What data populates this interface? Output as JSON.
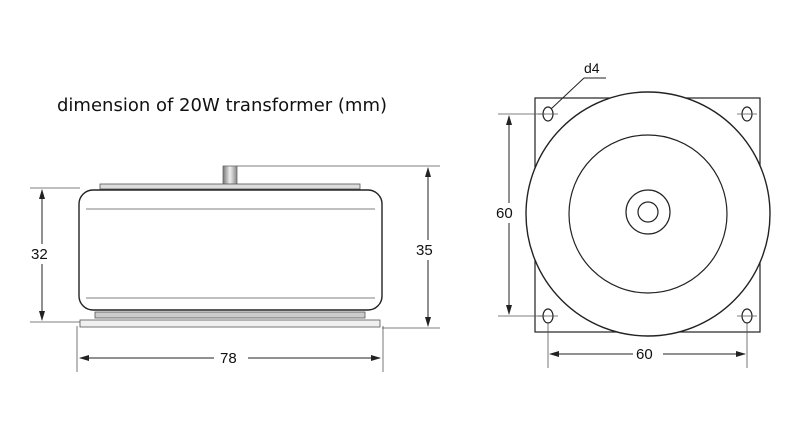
{
  "title": "dimension of 20W transformer (mm)",
  "side_view": {
    "body_height_label": "32",
    "total_height_label": "35",
    "width_label": "78"
  },
  "top_view": {
    "hole_label": "d4",
    "height_label": "60",
    "width_label": "60"
  },
  "colors": {
    "stroke": "#222222",
    "background": "#ffffff"
  }
}
